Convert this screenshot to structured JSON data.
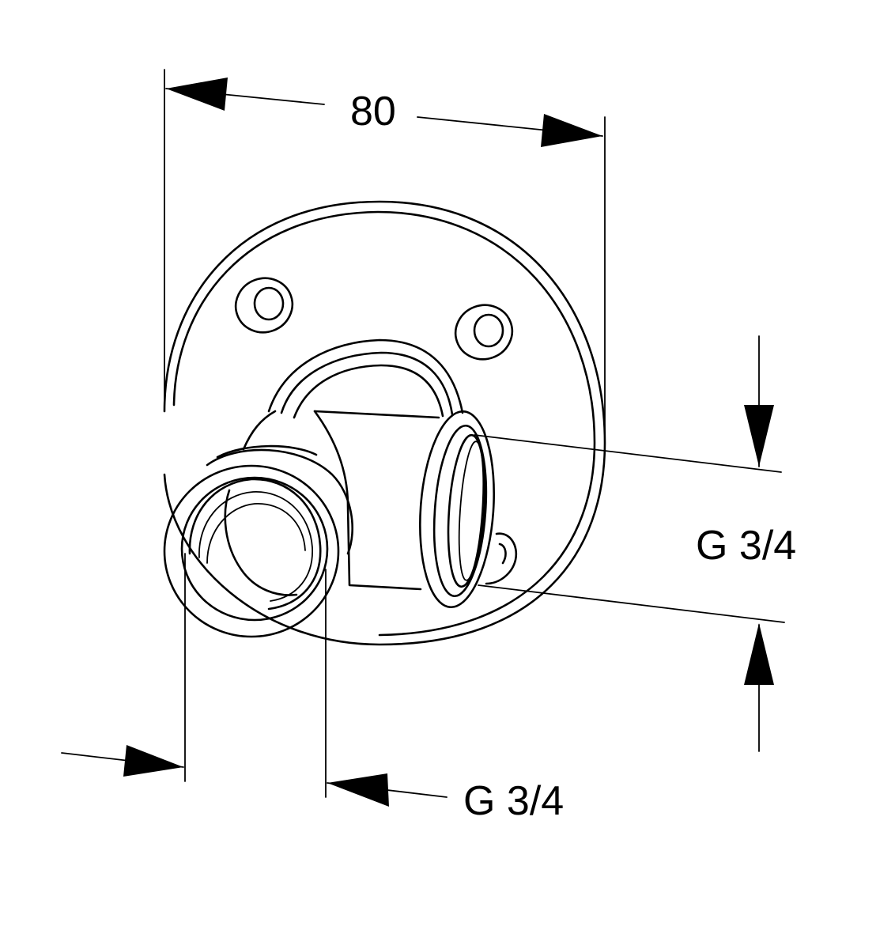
{
  "dimensions": {
    "flange_diameter": "80",
    "outlet_thread": "G 3/4",
    "inlet_thread": "G 3/4"
  }
}
